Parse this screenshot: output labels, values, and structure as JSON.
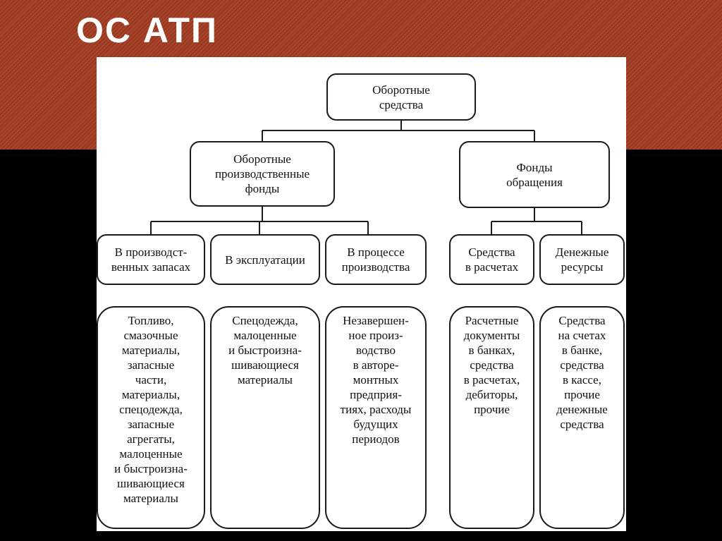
{
  "slide": {
    "title": "ОС АТП"
  },
  "diagram": {
    "root": "Оборотные\nсредства",
    "production_funds": "Оборотные\nпроизводственные\nфонды",
    "circulation_funds": "Фонды\nобращения",
    "in_stock": "В производст-\nвенных запасах",
    "in_operation": "В эксплуатации",
    "in_production": "В процессе\nпроизводства",
    "in_settlements": "Средства\nв расчетах",
    "cash_resources": "Денежные\nресурсы",
    "stock_items": "Топливо,\nсмазочные\nматериалы,\nзапасные\nчасти,\nматериалы,\nспецодежда,\nзапасные\nагрегаты,\nмалоценные\nи быстроизна-\nшивающиеся\nматериалы",
    "operation_items": "Спецодежда,\nмалоценные\nи быстроизна-\nшивающиеся\nматериалы",
    "production_items": "Незавершен-\nное произ-\nводство\nв авторе-\nмонтных\nпредприя-\nтиях, расходы\nбудущих\nпериодов",
    "settlement_items": "Расчетные\nдокументы\nв банках,\nсредства\nв расчетах,\nдебиторы,\nпрочие",
    "cash_items": "Средства\nна счетах\nв банке,\nсредства\nв кассе,\nпрочие\nденежные\nсредства"
  }
}
